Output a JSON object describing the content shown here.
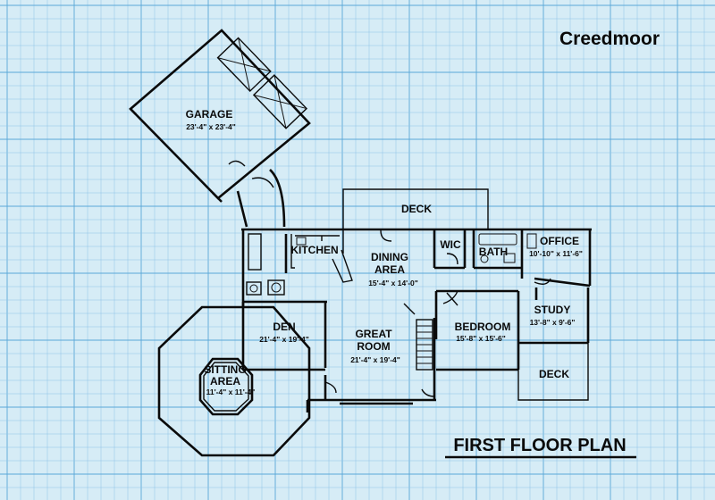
{
  "plan_name": "Creedmoor",
  "plan_title": "FIRST FLOOR PLAN",
  "colors": {
    "paper": "#d6ecf6",
    "grid_minor": "#8fc4e6",
    "grid_major": "#5aa8d8",
    "ink": "#0a0a0a"
  },
  "rooms": {
    "garage": {
      "name": "GARAGE",
      "dims": "23'-4\" x 23'-4\""
    },
    "kitchen": {
      "name": "KITCHEN",
      "dims": ""
    },
    "dining": {
      "name_line1": "DINING",
      "name_line2": "AREA",
      "dims": "15'-4\" x 14'-0\""
    },
    "wic": {
      "name": "WIC"
    },
    "bath": {
      "name": "BATH"
    },
    "office": {
      "name": "OFFICE",
      "dims": "10'-10\" x 11'-6\""
    },
    "deck_top": {
      "name": "DECK"
    },
    "den": {
      "name": "DEN",
      "dims": "21'-4\" x 19'-4\""
    },
    "great_room": {
      "name_line1": "GREAT",
      "name_line2": "ROOM",
      "dims": "21'-4\" x 19'-4\""
    },
    "bedroom": {
      "name": "BEDROOM",
      "dims": "15'-8\" x 15'-6\""
    },
    "study": {
      "name": "STUDY",
      "dims": "13'-8\" x 9'-6\""
    },
    "deck_right": {
      "name": "DECK"
    },
    "sitting": {
      "name_line1": "SITTING",
      "name_line2": "AREA",
      "dims": "11'-4\" x 11'-4\""
    }
  }
}
